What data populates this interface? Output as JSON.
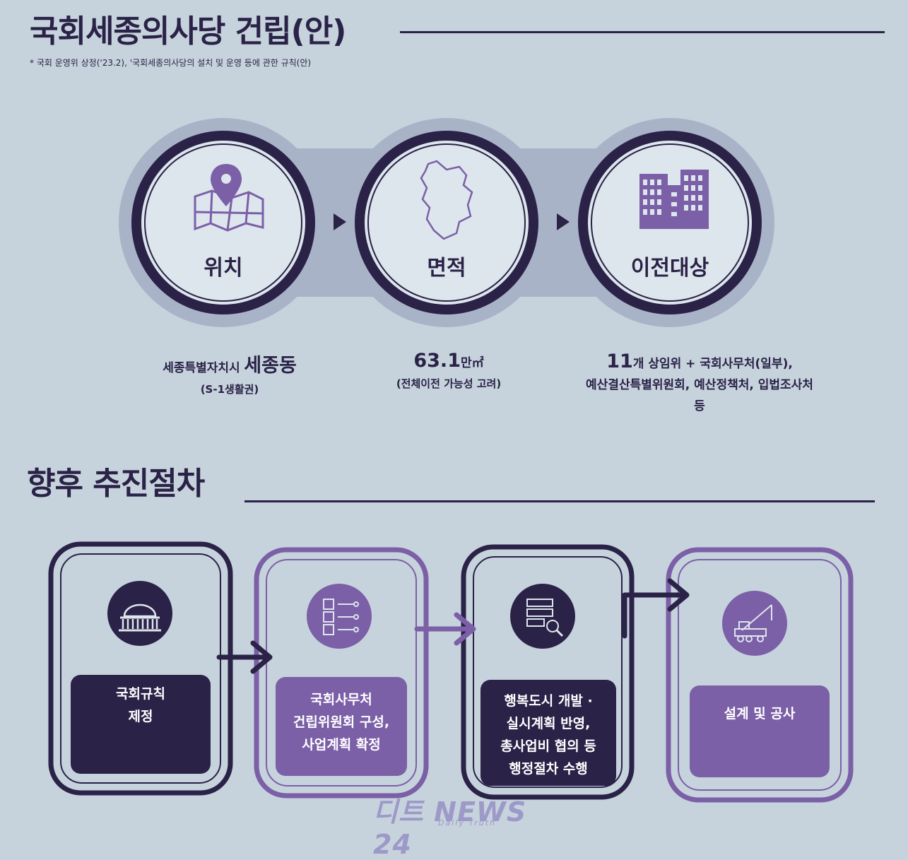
{
  "section1": {
    "title": "국회세종의사당 건립(안)",
    "note": "* 국회 운영위 상정('23.2), '국회세종의사당의 설치 및 운영 등에 관한 규칙(안)",
    "circles": [
      {
        "label": "위치",
        "icon": "map-pin-icon"
      },
      {
        "label": "면적",
        "icon": "region-map-icon"
      },
      {
        "label": "이전대상",
        "icon": "building-icon"
      }
    ],
    "location": {
      "prefix": "세종특별자치시",
      "main": "세종동",
      "sub": "(S-1생활권)"
    },
    "area": {
      "value": "63.1",
      "unit": "만㎡",
      "sup": "2",
      "sub": "(전체이전 가능성 고려)"
    },
    "target": {
      "count": "11",
      "line1": "개 상임위 + 국회사무처(일부),",
      "line2": "예산결산특별위원회, 예산정책처, 입법조사처 등"
    }
  },
  "section2": {
    "title": "향후 추진절차",
    "steps": [
      {
        "lines": [
          "국회규칙",
          "제정"
        ],
        "icon": "national-assembly-icon"
      },
      {
        "lines": [
          "국회사무처",
          "건립위원회 구성,",
          "사업계획 확정"
        ],
        "icon": "organization-icon"
      },
      {
        "lines": [
          "행복도시 개발 ·",
          "실시계획 반영,",
          "총사업비 협의 등",
          "행정절차 수행"
        ],
        "icon": "document-search-icon"
      },
      {
        "lines": [
          "설계 및 공사"
        ],
        "icon": "crane-icon"
      }
    ]
  },
  "watermark": {
    "main": "디트 NEWS 24",
    "sub": "Daily Truth"
  },
  "colors": {
    "background": "#c6d3dc",
    "dark": "#2a2247",
    "purple": "#7b5fa7",
    "ring_light": "#dde6ec"
  }
}
